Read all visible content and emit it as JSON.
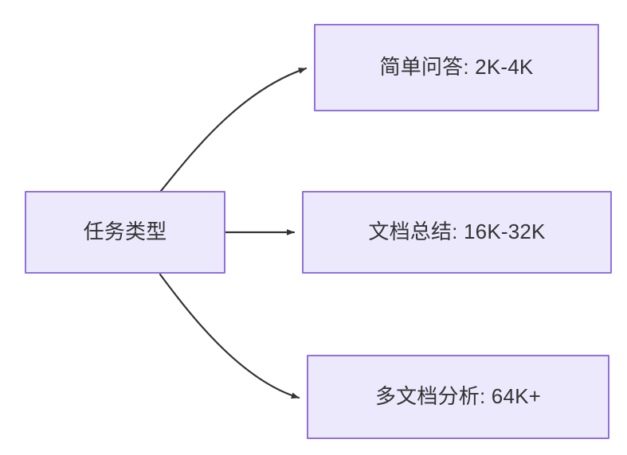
{
  "diagram": {
    "type": "flowchart",
    "direction": "left-to-right",
    "title": "任务类型",
    "theme": {
      "node_fill": "#ece9fc",
      "node_border": "#9370db",
      "text_color": "#333333",
      "edge_color": "#333333",
      "background": "#ffffff"
    },
    "nodes": [
      {
        "id": "root",
        "label": "任务类型",
        "role": "source"
      },
      {
        "id": "simple-qa",
        "label": "简单问答: 2K-4K",
        "role": "target"
      },
      {
        "id": "doc-summary",
        "label": "文档总结: 16K-32K",
        "role": "target"
      },
      {
        "id": "multi-doc",
        "label": "多文档分析: 64K+",
        "role": "target"
      }
    ],
    "edges": [
      {
        "id": "edge-root-simple-qa",
        "from": "任务类型",
        "to": "简单问答: 2K-4K",
        "style": "curved",
        "arrow": "arrow-head"
      },
      {
        "id": "edge-root-doc-summary",
        "from": "任务类型",
        "to": "文档总结: 16K-32K",
        "style": "straight",
        "arrow": "arrow-head"
      },
      {
        "id": "edge-root-multi-doc",
        "from": "任务类型",
        "to": "多文档分析: 64K+",
        "style": "curved",
        "arrow": "arrow-head"
      }
    ]
  }
}
